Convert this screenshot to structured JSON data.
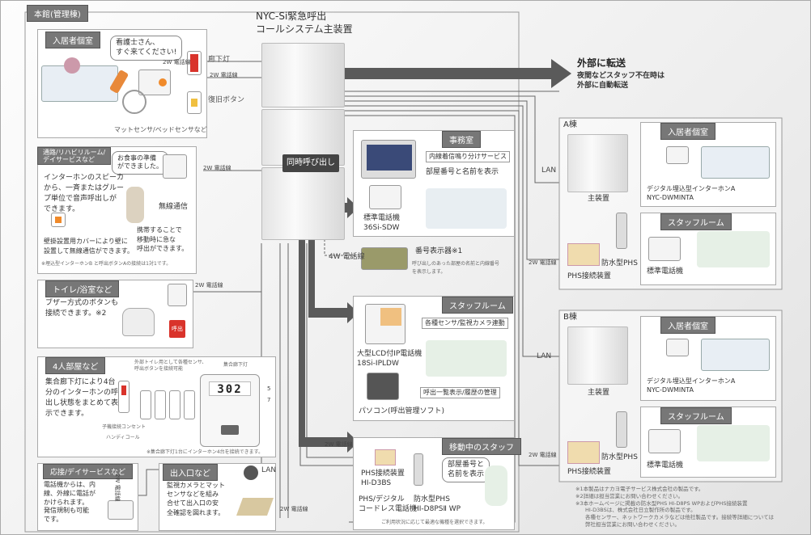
{
  "header": {
    "main_building": "本館(管理棟)",
    "system_title_1": "NYC-Si緊急呼出",
    "system_title_2": "コールシステム主装置"
  },
  "resident_room": {
    "title": "入居者個室",
    "bubble_1": "看護士さん、",
    "bubble_2": "すぐ来てください!",
    "label_corridor_light": "廊下灯",
    "label_reset_button": "復旧ボタン",
    "label_sensors": "マットセンサ/ベッドセンサなど",
    "wire_2w_a": "2W 電話線",
    "wire_2w_b": "2W 電話線"
  },
  "corridor": {
    "title_1": "通路/リハビリルーム/",
    "title_2": "デイサービスなど",
    "bubble_1": "お食事の準備",
    "bubble_2": "ができました。",
    "body": [
      "インターホンのスピーカ",
      "から、一斉またはグルー",
      "プ単位で音声呼出しが",
      "できます。"
    ],
    "wireless_label": "無線通信",
    "body_2": [
      "携帯することで",
      "移動時に急な",
      "呼出ができます。"
    ],
    "body_3": [
      "壁掛設置用カバーにより壁に",
      "設置して無線通信ができます。"
    ],
    "note": "※埋込型インターホンB と呼出ボタンAの接続は1対1です。",
    "wire_2w": "2W 電話線"
  },
  "toilet": {
    "title": "トイレ/浴室など",
    "body": [
      "ブザー方式のボタンも",
      "接続できます。※2"
    ],
    "wire_2w": "2W 電話線",
    "call_label": "呼出"
  },
  "four_room": {
    "title": "4人部屋など",
    "body": [
      "集合廊下灯により4台",
      "分のインターホンの呼",
      "出し状態をまとめて表",
      "示できます。"
    ],
    "corridor_lamp_label": "集合廊下灯",
    "caption_top_1": "外部トイレ用として各種センサ、",
    "caption_top_2": "呼出ボタンを接続可能",
    "label_outlet": "子機接続コンセント",
    "label_handy": "ハンディコール",
    "display_number": "302",
    "footnote": "※集合廊下灯1台にインターホン4台を接続できます。",
    "wire_5": "5",
    "wire_7": "7"
  },
  "reception": {
    "title": "応接/デイサービスなど",
    "body": [
      "電話機からは、内",
      "線、外線に電話が",
      "かけられます。",
      "発信規制も可能",
      "です。"
    ],
    "wire_2w": "2W 電話線"
  },
  "entrance": {
    "title": "出入口など",
    "body": [
      "監視カメラとマット",
      "センサなどを組み",
      "合せて出入口の安",
      "全確認を図れます。"
    ],
    "lan": "LAN",
    "wire_2w": "2W 電話線"
  },
  "main_unit": {
    "simul_call": "同時呼び出し",
    "wire_4w": "4W 電話線"
  },
  "external": {
    "label": "外部に転送",
    "sub_1": "夜間などスタッフ不在時は",
    "sub_2": "外部に自動転送"
  },
  "office": {
    "title": "事務室",
    "tag_1": "内線着信鳴り分けサービス",
    "tag_2": "部屋番号と名前を表示",
    "phone_1": "標準電話機",
    "phone_2": "36Si-SDW"
  },
  "number_display": {
    "label": "番号表示器※1",
    "sub_1": "呼び出しのあった部屋の名前と内線番号",
    "sub_2": "を表示します。"
  },
  "staff_room": {
    "title": "スタッフルーム",
    "tag_1": "各種センサ/監視カメラ連動",
    "tag_2": "呼出一覧表示/履歴の管理",
    "phone_1": "大型LCD付IP電話機",
    "phone_2": "18Si-IPLDW",
    "pc": "パソコン(呼出管理ソフト)"
  },
  "mobile_staff": {
    "title": "移動中のスタッフ",
    "bubble_1": "部屋番号と",
    "bubble_2": "名前を表示",
    "phs_base_1": "PHS接続装置",
    "phs_base_2": "HI-D3BS",
    "phs_cordless_1": "PHS/デジタル",
    "phs_cordless_2": "コードレス電話機",
    "phs_1": "防水型PHS",
    "phs_2": "HI-D8PSⅡ WP",
    "note": "ご利用状況に応じて最適な機種を選択できます。",
    "wire_2w": "2W 電話線"
  },
  "building_a": {
    "title": "A棟",
    "lan": "LAN",
    "main_unit": "主装置",
    "room_title": "入居者個室",
    "intercom_1": "デジタル埋込型インターホンA",
    "intercom_2": "NYC-DWMINTA",
    "staff_title": "スタッフルーム",
    "phone": "標準電話機",
    "phs_base": "PHS接続装置",
    "phs": "防水型PHS",
    "wire_2w": "2W 電話線"
  },
  "building_b": {
    "title": "B棟",
    "lan": "LAN",
    "main_unit": "主装置",
    "room_title": "入居者個室",
    "intercom_1": "デジタル埋込型インターホンA",
    "intercom_2": "NYC-DWMINTA",
    "staff_title": "スタッフルーム",
    "phone": "標準電話機",
    "phs_base": "PHS接続装置",
    "phs": "防水型PHS",
    "wire_2w": "2W 電話線"
  },
  "footnotes": [
    "※1本製品はナカヨ電子サービス株式会社の製品です。",
    "※2詳細は担当営業にお問い合わせください。",
    "※3本ホームページに掲載の防水型PHS HI-D8PS WPおよびPHS接続装置",
    "HI-D3BSは、株式会社日立製作所の製品です。",
    "各種センサー、ネットワークカメラなどは他社製品です。接続等詳細については",
    "弊社担当営業にお問い合わせください。"
  ],
  "colors": {
    "arrow": "#5a5a5a",
    "title_bg": "#777777",
    "accent_red": "#d9332b",
    "accent_orange": "#f08a2a"
  }
}
